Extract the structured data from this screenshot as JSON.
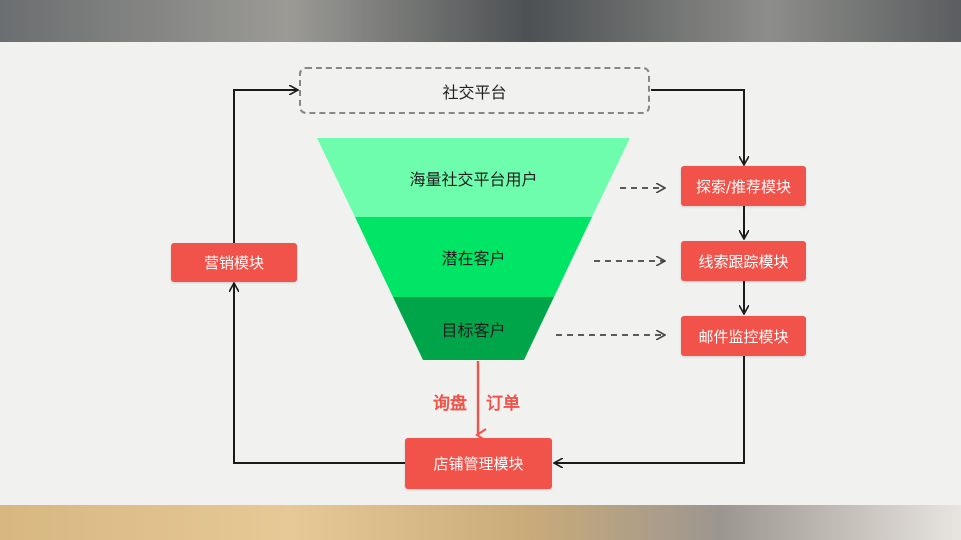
{
  "platform": {
    "label": "社交平台"
  },
  "funnel": {
    "layers": [
      {
        "label": "海量社交平台用户",
        "color": "#6dfdad"
      },
      {
        "label": "潜在客户",
        "color": "#00e565"
      },
      {
        "label": "目标客户",
        "color": "#00a54a"
      }
    ]
  },
  "modules": {
    "explore": "探索/推荐模块",
    "clue": "线索跟踪模块",
    "mail": "邮件监控模块",
    "marketing": "营销模块",
    "shop": "店铺管理模块"
  },
  "flow_labels": {
    "inquiry": "询盘",
    "order": "订单"
  },
  "colors": {
    "accent": "#f1524a",
    "arrow": "#1a1a1a",
    "dashed_arrow": "#444444"
  }
}
